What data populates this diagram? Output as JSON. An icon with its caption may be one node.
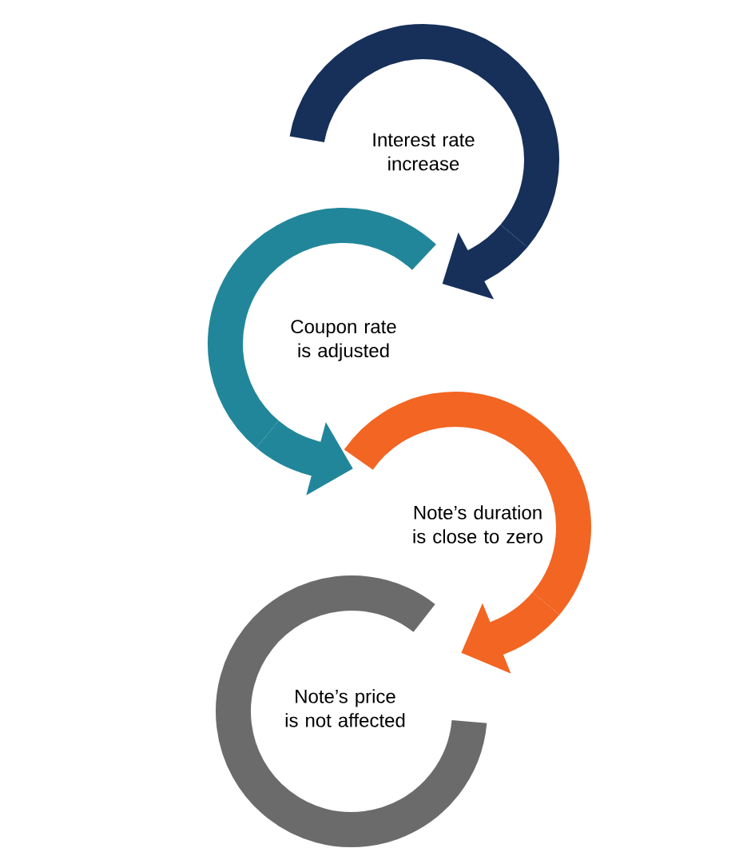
{
  "diagram": {
    "nodes": [
      {
        "text": [
          "Interest rate increase"
        ]
      },
      {
        "text": [
          "Coupon rate is adjusted"
        ]
      },
      {
        "text": [
          "Note’s duration is close to zero"
        ]
      },
      {
        "text": [
          "Note’s price is not affected"
        ]
      }
    ],
    "edges": [
      {
        "from": 0,
        "to": 1,
        "arrow": "to",
        "color": "#17305a"
      },
      {
        "from": 1,
        "to": 2,
        "arrow": "to",
        "color": "#21869a"
      },
      {
        "from": 2,
        "to": 3,
        "arrow": "to",
        "color": "#f26522"
      }
    ]
  }
}
